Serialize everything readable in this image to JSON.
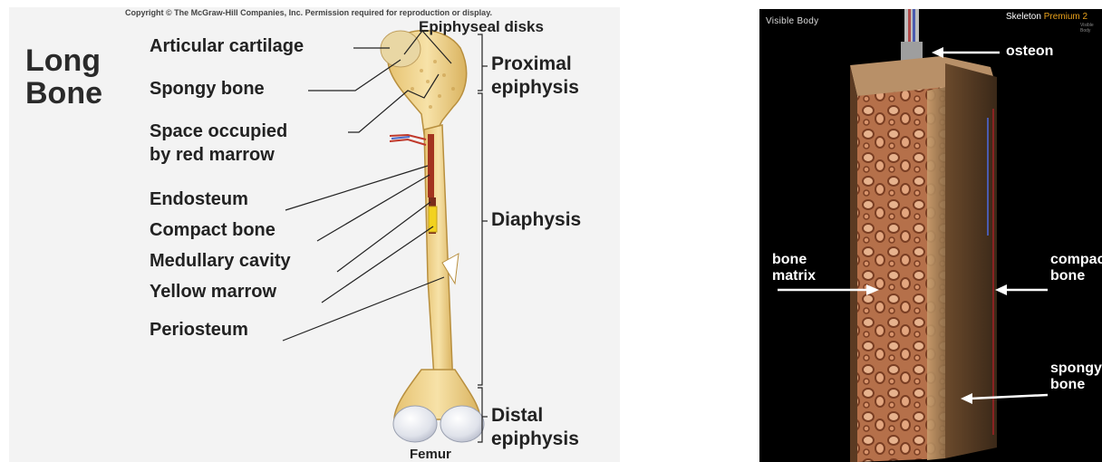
{
  "left": {
    "copyright": "Copyright © The McGraw-Hill Companies, Inc. Permission required for reproduction or display.",
    "title_line1": "Long",
    "title_line2": "Bone",
    "labels": {
      "articular_cartilage": "Articular cartilage",
      "epiphyseal_disks": "Epiphyseal disks",
      "spongy_bone": "Spongy bone",
      "space_line1": "Space occupied",
      "space_line2": "by red marrow",
      "endosteum": "Endosteum",
      "compact_bone": "Compact bone",
      "medullary_cavity": "Medullary cavity",
      "yellow_marrow": "Yellow marrow",
      "periosteum": "Periosteum",
      "femur": "Femur"
    },
    "regions": {
      "proximal_line1": "Proximal",
      "proximal_line2": "epiphysis",
      "diaphysis": "Diaphysis",
      "distal_line1": "Distal",
      "distal_line2": "epiphysis"
    }
  },
  "right": {
    "brand_left": "Visible Body",
    "brand_right_a": "Skeleton",
    "brand_right_b": "Premium 2",
    "brand_right_small": "Visible Body",
    "osteon": "osteon",
    "bone_matrix_line1": "bone",
    "bone_matrix_line2": "matrix",
    "compact_line1": "compact",
    "compact_line2": "bone",
    "spongy_line1": "spongy",
    "spongy_line2": "bone"
  }
}
